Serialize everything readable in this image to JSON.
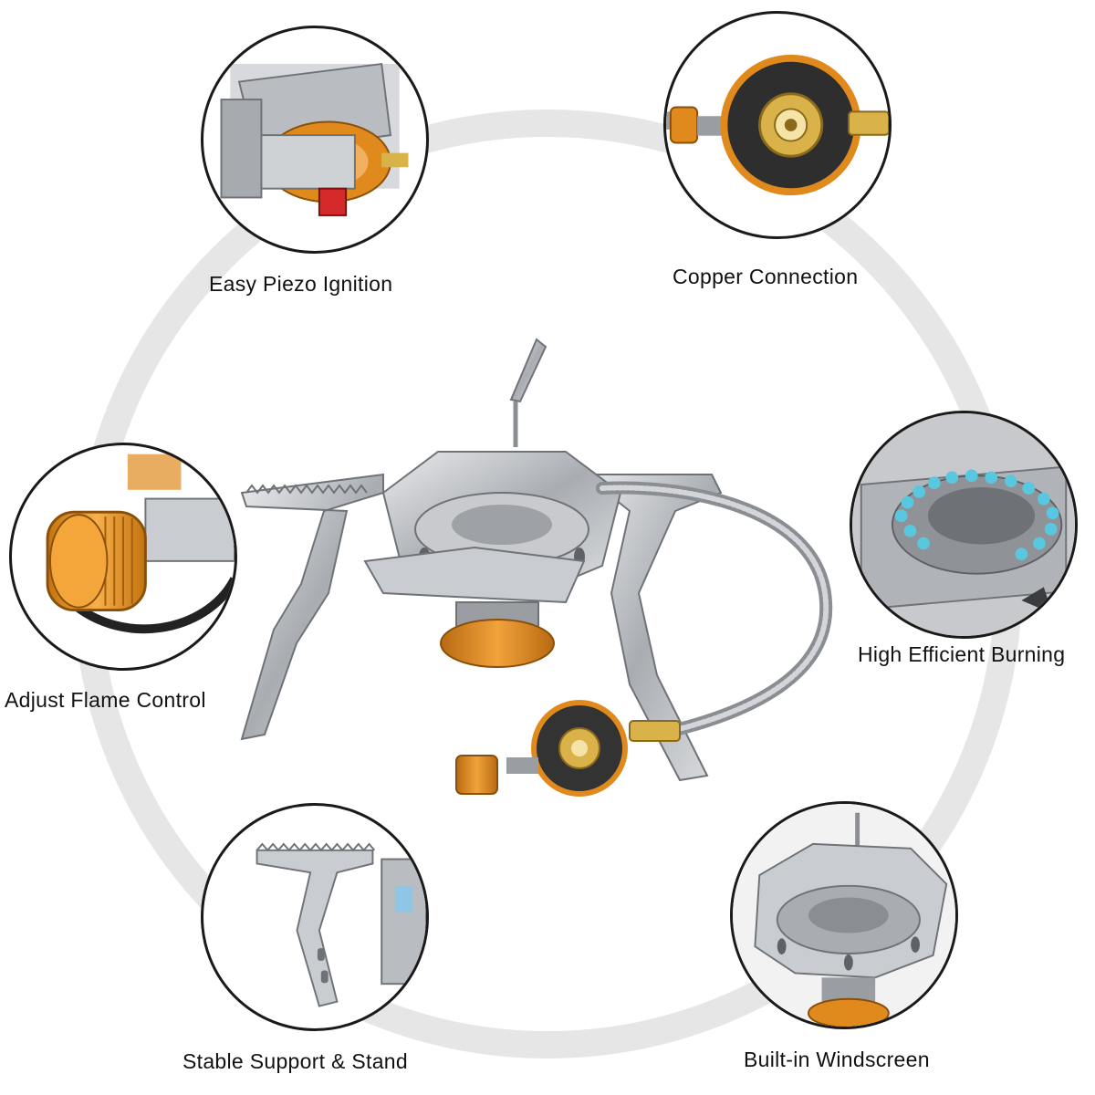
{
  "features": [
    {
      "id": "piezo",
      "label": "Easy Piezo Ignition"
    },
    {
      "id": "copper",
      "label": "Copper Connection"
    },
    {
      "id": "flame",
      "label": "Adjust Flame Control"
    },
    {
      "id": "burning",
      "label": "High Efficient Burning"
    },
    {
      "id": "support",
      "label": "Stable Support & Stand"
    },
    {
      "id": "windscreen",
      "label": "Built-in Windscreen"
    }
  ],
  "colors": {
    "ring": "#e6e6e6",
    "steel": "#b9bcc0",
    "steel_dark": "#6f7378",
    "gold": "#e08a1e",
    "brass": "#d9b24a",
    "outline": "#1a1a1a",
    "flame_blue": "#58c8e0"
  }
}
